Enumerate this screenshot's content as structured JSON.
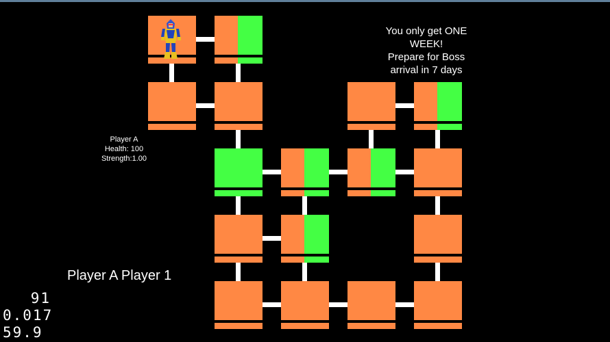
{
  "colors": {
    "room": "#ff8844",
    "visited": "#44ff44",
    "connector": "#ffffff",
    "text": "#ffffff",
    "background": "#000000"
  },
  "message": {
    "line1": "You only get ONE",
    "line2": "WEEK!",
    "line3": "Prepare for Boss",
    "line4": "arrival in 7 days"
  },
  "player": {
    "name": "Player A",
    "health_text": "Health: 100",
    "strength_text": "Strength:1.00",
    "health": 100,
    "strength": 1.0
  },
  "players_label": "Player A Player 1",
  "debug": {
    "line1": "91",
    "line2": "0.017",
    "line3": "59.9"
  },
  "map": {
    "rooms": [
      {
        "col": 0,
        "row": 0,
        "state": "player",
        "has_player": true
      },
      {
        "col": 1,
        "row": 0,
        "state": "half"
      },
      {
        "col": 0,
        "row": 1,
        "state": "plain"
      },
      {
        "col": 1,
        "row": 1,
        "state": "plain"
      },
      {
        "col": 3,
        "row": 1,
        "state": "plain"
      },
      {
        "col": 4,
        "row": 1,
        "state": "half"
      },
      {
        "col": 1,
        "row": 2,
        "state": "full"
      },
      {
        "col": 2,
        "row": 2,
        "state": "half"
      },
      {
        "col": 3,
        "row": 2,
        "state": "half"
      },
      {
        "col": 4,
        "row": 2,
        "state": "plain"
      },
      {
        "col": 1,
        "row": 3,
        "state": "plain"
      },
      {
        "col": 2,
        "row": 3,
        "state": "half"
      },
      {
        "col": 4,
        "row": 3,
        "state": "plain"
      },
      {
        "col": 1,
        "row": 4,
        "state": "plain"
      },
      {
        "col": 2,
        "row": 4,
        "state": "plain"
      },
      {
        "col": 3,
        "row": 4,
        "state": "plain"
      },
      {
        "col": 4,
        "row": 4,
        "state": "plain"
      }
    ],
    "connections": [
      {
        "from": [
          0,
          0
        ],
        "to": [
          1,
          0
        ]
      },
      {
        "from": [
          0,
          0
        ],
        "to": [
          0,
          1
        ]
      },
      {
        "from": [
          1,
          0
        ],
        "to": [
          1,
          1
        ]
      },
      {
        "from": [
          0,
          1
        ],
        "to": [
          1,
          1
        ]
      },
      {
        "from": [
          1,
          1
        ],
        "to": [
          1,
          2
        ]
      },
      {
        "from": [
          3,
          1
        ],
        "to": [
          4,
          1
        ]
      },
      {
        "from": [
          3,
          1
        ],
        "to": [
          3,
          2
        ]
      },
      {
        "from": [
          4,
          1
        ],
        "to": [
          4,
          2
        ]
      },
      {
        "from": [
          1,
          2
        ],
        "to": [
          2,
          2
        ]
      },
      {
        "from": [
          2,
          2
        ],
        "to": [
          3,
          2
        ]
      },
      {
        "from": [
          3,
          2
        ],
        "to": [
          4,
          2
        ]
      },
      {
        "from": [
          1,
          2
        ],
        "to": [
          1,
          3
        ]
      },
      {
        "from": [
          2,
          2
        ],
        "to": [
          2,
          3
        ]
      },
      {
        "from": [
          4,
          2
        ],
        "to": [
          4,
          3
        ]
      },
      {
        "from": [
          1,
          3
        ],
        "to": [
          2,
          3
        ]
      },
      {
        "from": [
          1,
          3
        ],
        "to": [
          1,
          4
        ]
      },
      {
        "from": [
          2,
          3
        ],
        "to": [
          2,
          4
        ]
      },
      {
        "from": [
          4,
          3
        ],
        "to": [
          4,
          4
        ]
      },
      {
        "from": [
          1,
          4
        ],
        "to": [
          2,
          4
        ]
      },
      {
        "from": [
          2,
          4
        ],
        "to": [
          3,
          4
        ]
      },
      {
        "from": [
          3,
          4
        ],
        "to": [
          4,
          4
        ]
      }
    ]
  }
}
